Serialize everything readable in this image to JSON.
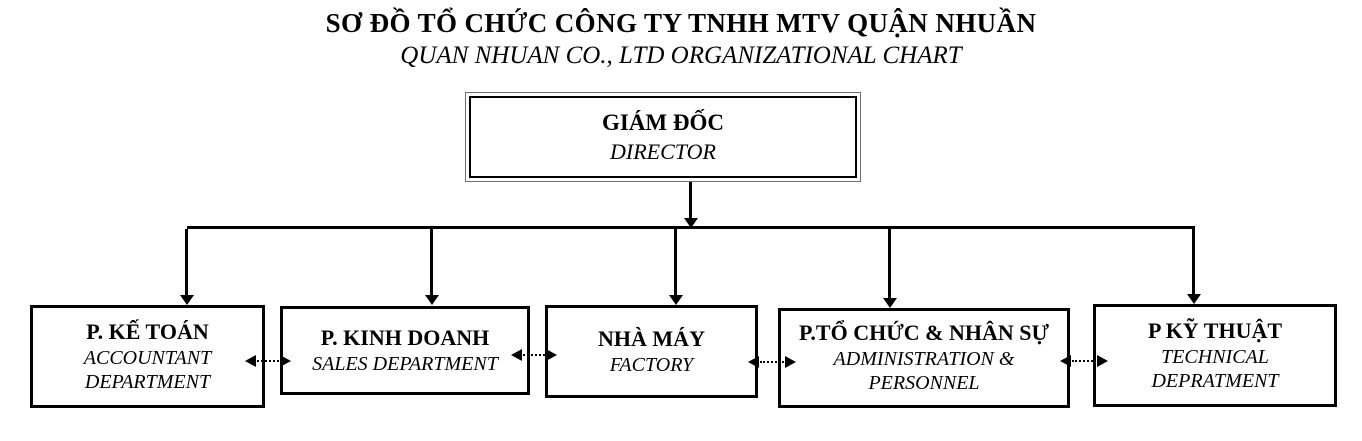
{
  "title": {
    "vi": "SƠ ĐỒ TỔ CHỨC CÔNG TY TNHH MTV QUẬN NHUẦN",
    "en": "QUAN NHUAN CO., LTD ORGANIZATIONAL CHART"
  },
  "director": {
    "vi": "GIÁM ĐỐC",
    "en": "DIRECTOR"
  },
  "departments": [
    {
      "vi": "P. KẾ TOÁN",
      "en": "ACCOUNTANT DEPARTMENT"
    },
    {
      "vi": "P. KINH DOANH",
      "en": "SALES DEPARTMENT"
    },
    {
      "vi": "NHÀ MÁY",
      "en": "FACTORY"
    },
    {
      "vi": "P.TỔ CHỨC & NHÂN SỰ",
      "en": "ADMINISTRATION & PERSONNEL"
    },
    {
      "vi": "P KỸ THUẬT",
      "en": "TECHNICAL DEPRATMENT"
    }
  ],
  "colors": {
    "line": "#000000",
    "background": "#ffffff",
    "box_border": "#000000",
    "director_outer_border": "#6e6e6e"
  }
}
